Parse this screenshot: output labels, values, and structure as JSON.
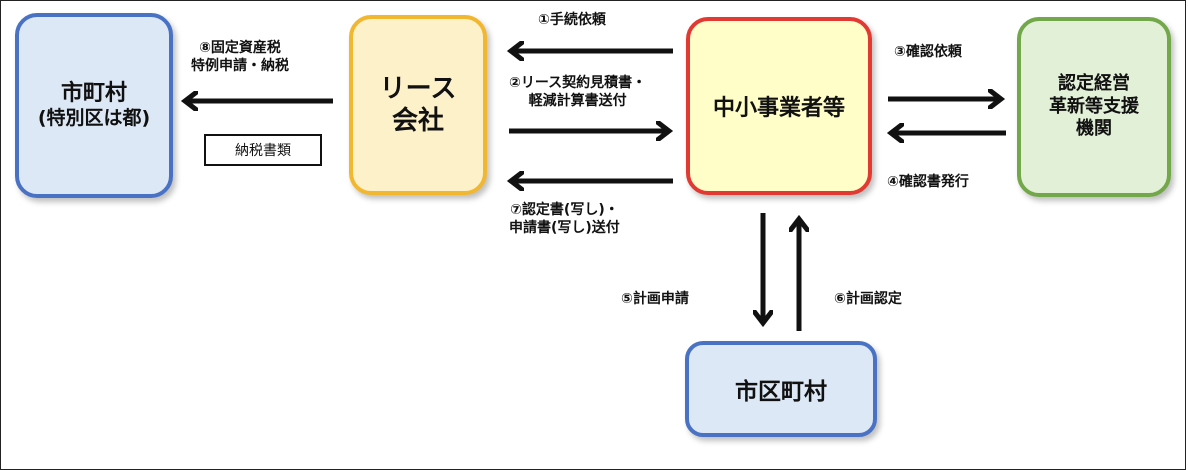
{
  "nodes": {
    "city": {
      "line1": "市町村",
      "line2": "(特別区は都)"
    },
    "lease": {
      "line1": "リース",
      "line2": "会社"
    },
    "sme": {
      "label": "中小事業者等"
    },
    "support": {
      "line1": "認定経営",
      "line2": "革新等支援",
      "line3": "機関"
    },
    "municipality": {
      "label": "市区町村"
    }
  },
  "edges": {
    "step1": "①手続依頼",
    "step2_line1": "②リース契約見積書・",
    "step2_line2": "軽減計算書送付",
    "step3": "③確認依頼",
    "step4": "④確認書発行",
    "step5": "⑤計画申請",
    "step6": "⑥計画認定",
    "step7_line1": "⑦認定書(写し)・",
    "step7_line2": "申請書(写し)送付",
    "step8_line1": "⑧固定資産税",
    "step8_line2": "特例申請・納税"
  },
  "document": {
    "label": "納税書類"
  },
  "colors": {
    "blue_border": "#4a72c4",
    "blue_fill": "#dde8f6",
    "yellow_border": "#f2b731",
    "yellow_fill": "#fdf1ca",
    "red_border": "#e23a33",
    "cream_fill": "#fffdc8",
    "green_border": "#72a84a",
    "green_fill": "#e3f0d8"
  }
}
